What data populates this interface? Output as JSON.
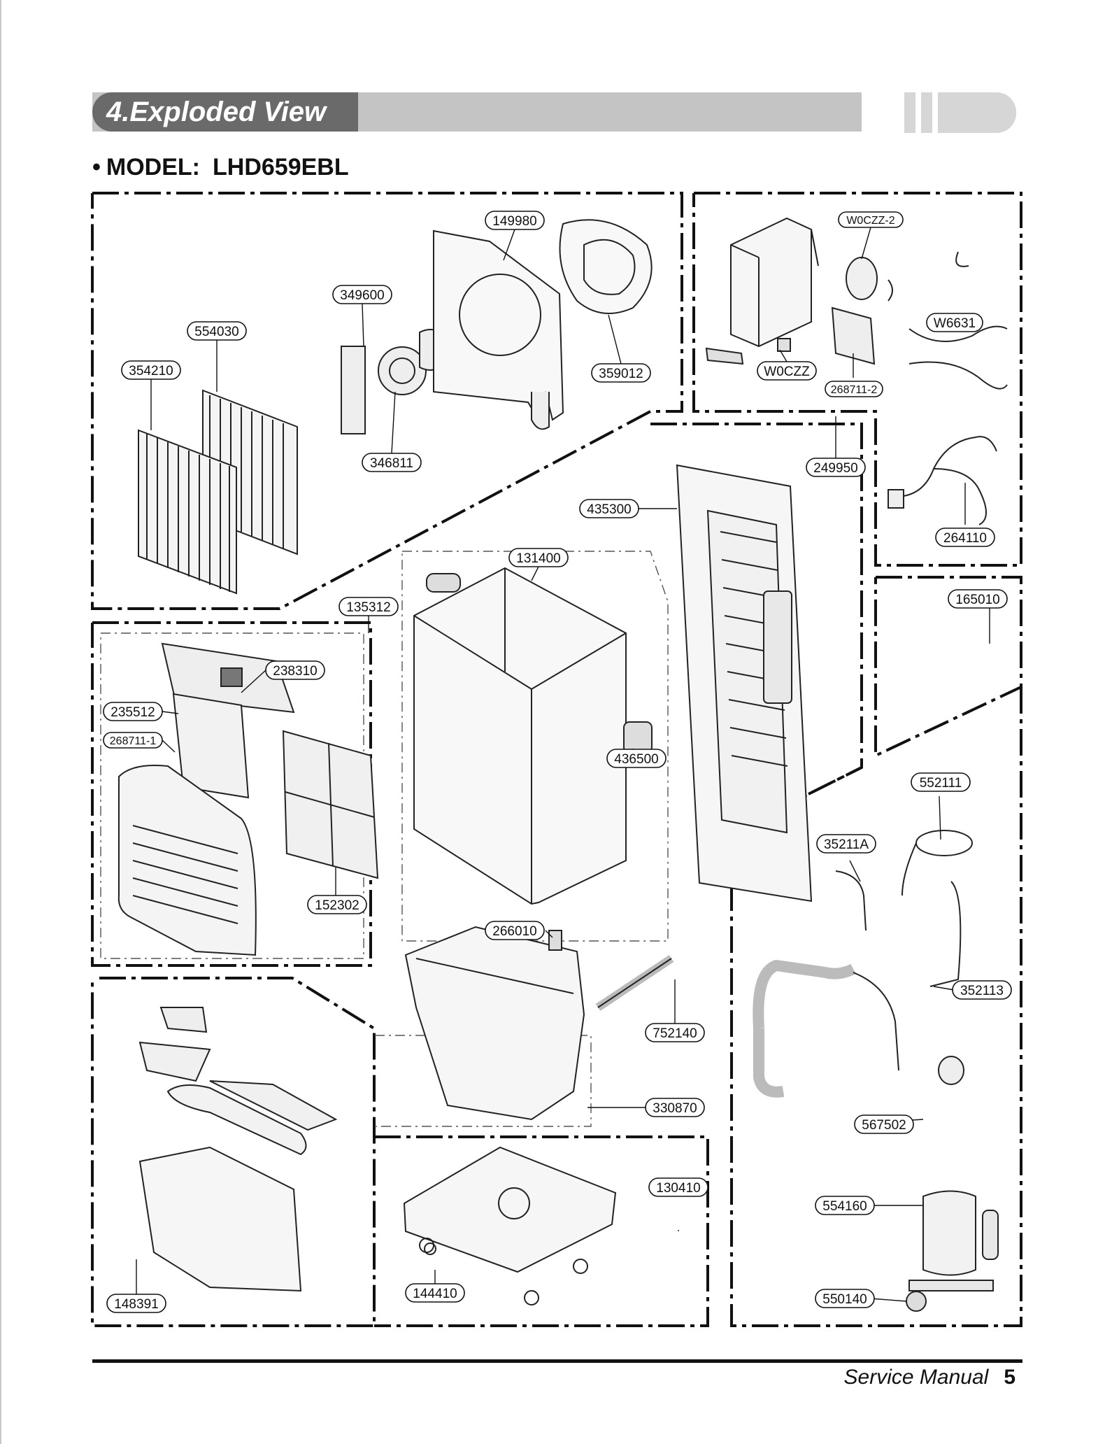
{
  "header": {
    "section_title": "4.Exploded View"
  },
  "model": {
    "bullet": "•",
    "label": "MODEL:",
    "name": "LHD659EBL"
  },
  "footer": {
    "doc_title": "Service Manual",
    "page_number": "5"
  },
  "part_labels": {
    "p149980": "149980",
    "p349600": "349600",
    "p554030": "554030",
    "p354210": "354210",
    "p359012": "359012",
    "p346811": "346811",
    "pW0CZZ2": "W0CZZ-2",
    "pW6631": "W6631",
    "pW0CZZ": "W0CZZ",
    "p268711_2": "268711-2",
    "p249950": "249950",
    "p264110": "264110",
    "p435300": "435300",
    "p131400": "131400",
    "p135312": "135312",
    "p238310": "238310",
    "p235512": "235512",
    "p268711_1": "268711-1",
    "p436500": "436500",
    "p152302": "152302",
    "p165010": "165010",
    "p552111": "552111",
    "p35211A": "35211A",
    "p266010": "266010",
    "p752140": "752140",
    "p352113": "352113",
    "p330870": "330870",
    "p567502": "567502",
    "p130410": "130410",
    "p554160": "554160",
    "p148391": "148391",
    "p144410": "144410",
    "p550140": "550140"
  }
}
